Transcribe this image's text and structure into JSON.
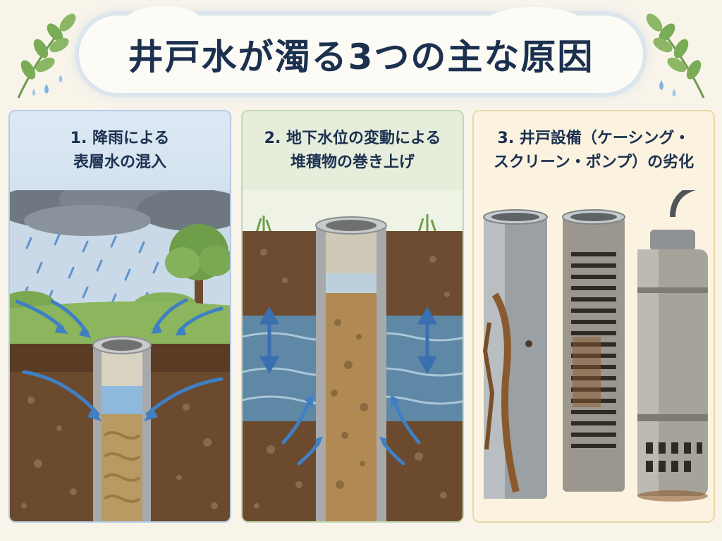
{
  "title": "井戸水が濁る3つの主な原因",
  "panels": [
    {
      "line1": "1. 降雨による",
      "line2": "表層水の混入"
    },
    {
      "line1": "2. 地下水位の変動による",
      "line2": "堆積物の巻き上げ"
    },
    {
      "line1": "3. 井戸設備（ケーシング・",
      "line2": "スクリーン・ポンプ）の劣化"
    }
  ],
  "colors": {
    "title_text": "#1c3050",
    "panel1_border": "#b4cbe3",
    "panel2_border": "#c6d8b2",
    "panel3_border": "#ebd7a6",
    "water_arrow": "#3f7fc4",
    "soil": "#6b4a2e"
  },
  "icons": [
    "leaf-sprig-icon",
    "water-drop-icon",
    "rain-cloud-icon",
    "flow-arrow-icon",
    "updown-arrow-icon"
  ]
}
